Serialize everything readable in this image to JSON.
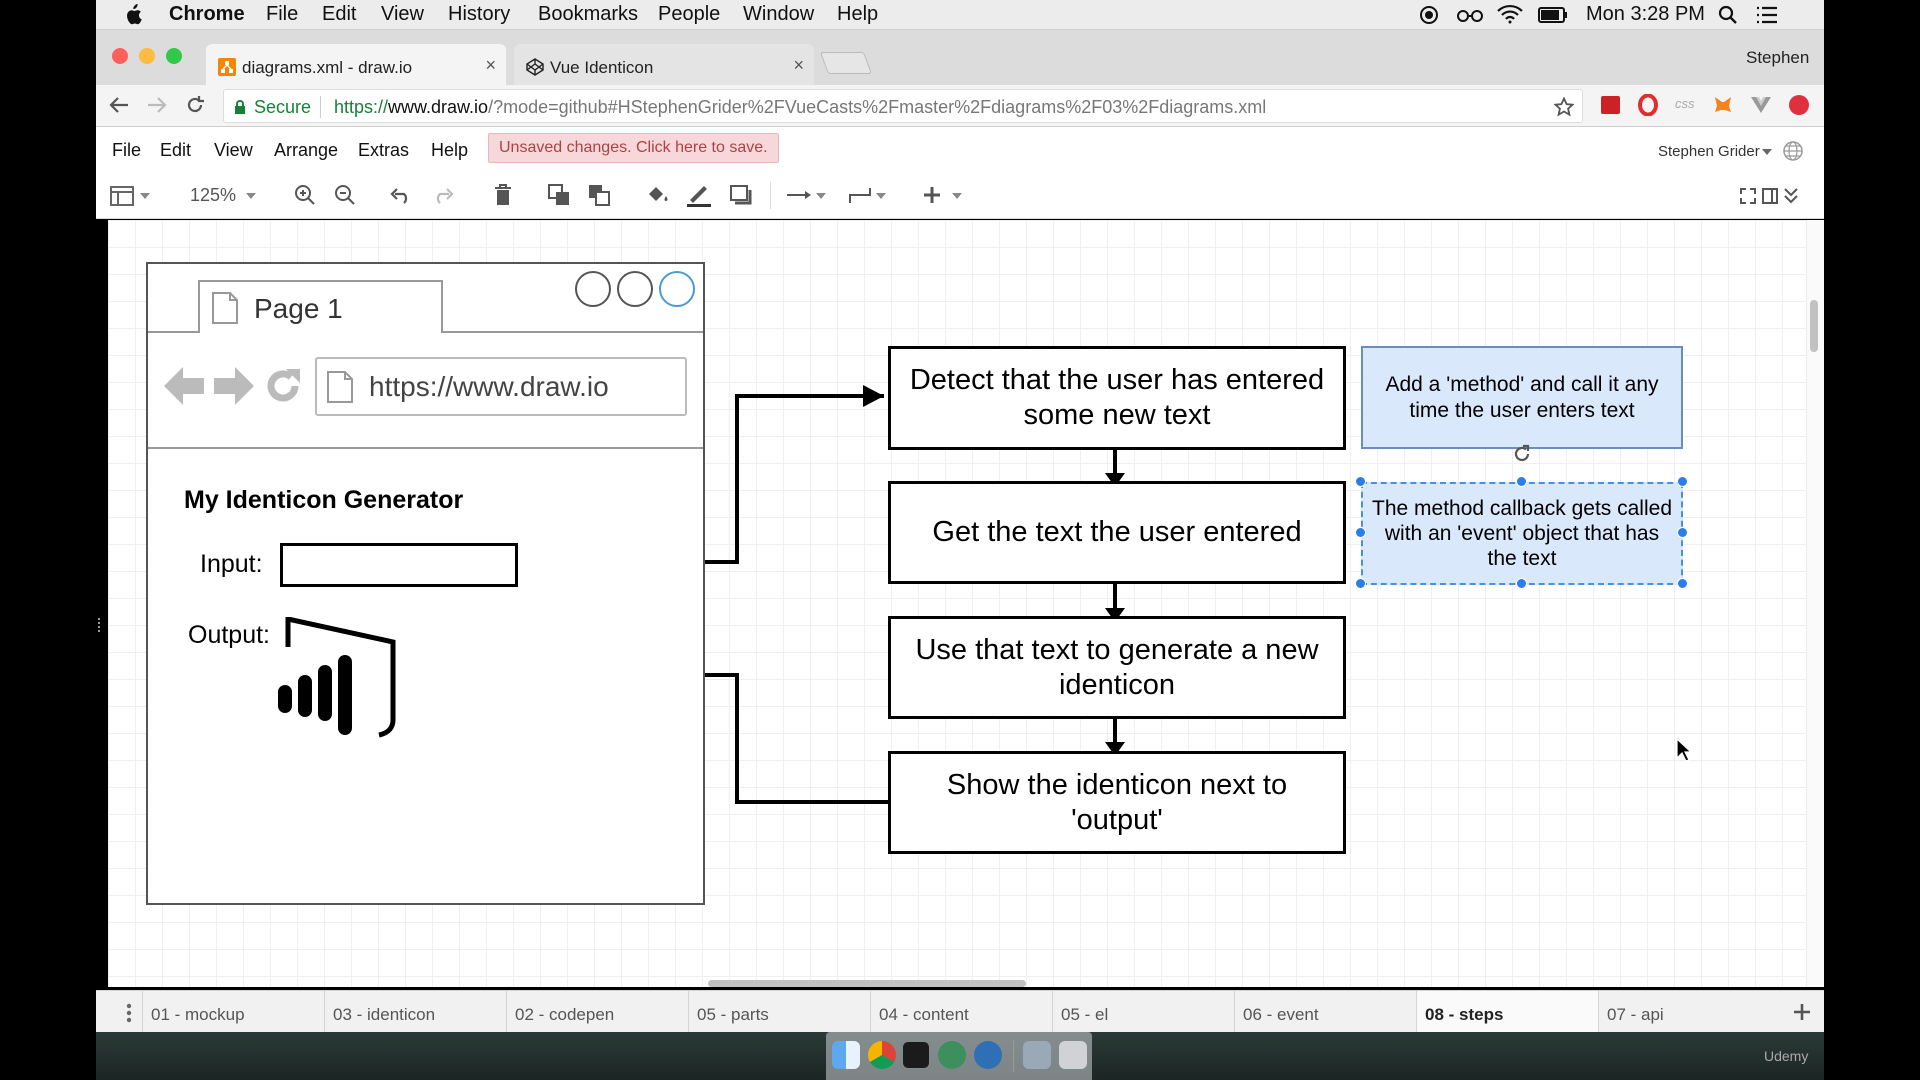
{
  "macmenu": {
    "app_name": "Chrome",
    "items": [
      "File",
      "Edit",
      "View",
      "History",
      "Bookmarks",
      "People",
      "Window",
      "Help"
    ],
    "clock": "Mon 3:28 PM"
  },
  "browser": {
    "tabs": [
      {
        "title": "diagrams.xml - draw.io",
        "close": "×"
      },
      {
        "title": "Vue Identicon",
        "close": "×"
      }
    ],
    "profile": "Stephen",
    "secure_label": "Secure",
    "url_prefix": "https://",
    "url_host": "www.draw.io",
    "url_path": "/?mode=github#HStephenGrider%2FVueCasts%2Fmaster%2Fdiagrams%2F03%2Fdiagrams.xml",
    "ext_css_label": "css"
  },
  "app": {
    "menu": [
      "File",
      "Edit",
      "View",
      "Arrange",
      "Extras",
      "Help"
    ],
    "unsaved_notice": "Unsaved changes. Click here to save.",
    "user": "Stephen Grider",
    "zoom": "125%"
  },
  "mockup": {
    "page_tab": "Page 1",
    "url": "https://www.draw.io",
    "heading": "My Identicon Generator",
    "input_label": "Input:",
    "output_label": "Output:"
  },
  "flow": {
    "steps": [
      "Detect that the user has entered some new text",
      "Get the text the user entered",
      "Use that text to generate a new identicon",
      "Show the identicon next to 'output'"
    ],
    "notes": [
      "Add a 'method' and call it any time the user enters text",
      "The method callback gets called with an 'event' object that has the text"
    ]
  },
  "pages": [
    {
      "label": "01 - mockup",
      "selected": false
    },
    {
      "label": "03 - identicon",
      "selected": false
    },
    {
      "label": "02 - codepen",
      "selected": false
    },
    {
      "label": "05 - parts",
      "selected": false
    },
    {
      "label": "04 - content",
      "selected": false
    },
    {
      "label": "05 - el",
      "selected": false
    },
    {
      "label": "06 - event",
      "selected": false
    },
    {
      "label": "08 - steps",
      "selected": true
    },
    {
      "label": "07 - api",
      "selected": false
    }
  ],
  "watermark": "Udemy",
  "colors": {
    "note_fill": "#dae8fc",
    "note_border": "#6c8ebf",
    "selection": "#2b7de9",
    "unsaved_bg": "#f8d7da",
    "secure_green": "#188038"
  }
}
